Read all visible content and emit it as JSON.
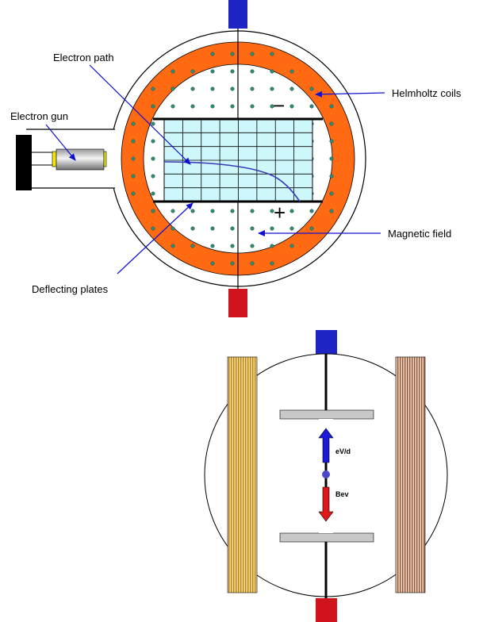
{
  "labels": {
    "electron_path": "Electron path",
    "electron_gun": "Electron gun",
    "helmholtz_coils": "Helmholtz coils",
    "magnetic_field": "Magnetic field",
    "deflecting_plates": "Deflecting plates",
    "plus_sign": "+",
    "minus_sign": "−"
  },
  "force_labels": {
    "electric": "eV/d",
    "magnetic": "Bev"
  },
  "colors": {
    "coil": "#ff6a13",
    "pole": "#1f24c4",
    "pole_bottom": "#d0141c",
    "arrow": "#1010d0",
    "field_dot": "#2e8b74",
    "grid_fill": "#cdf7fb",
    "plate": "#c8c8c8",
    "electron": "#4a4ac8",
    "electric_arrow": "#1a1ad8",
    "magnetic_arrow": "#e01818",
    "coil_stripe_left": "#b8860b",
    "coil_stripe_right": "#8b5a3c"
  }
}
